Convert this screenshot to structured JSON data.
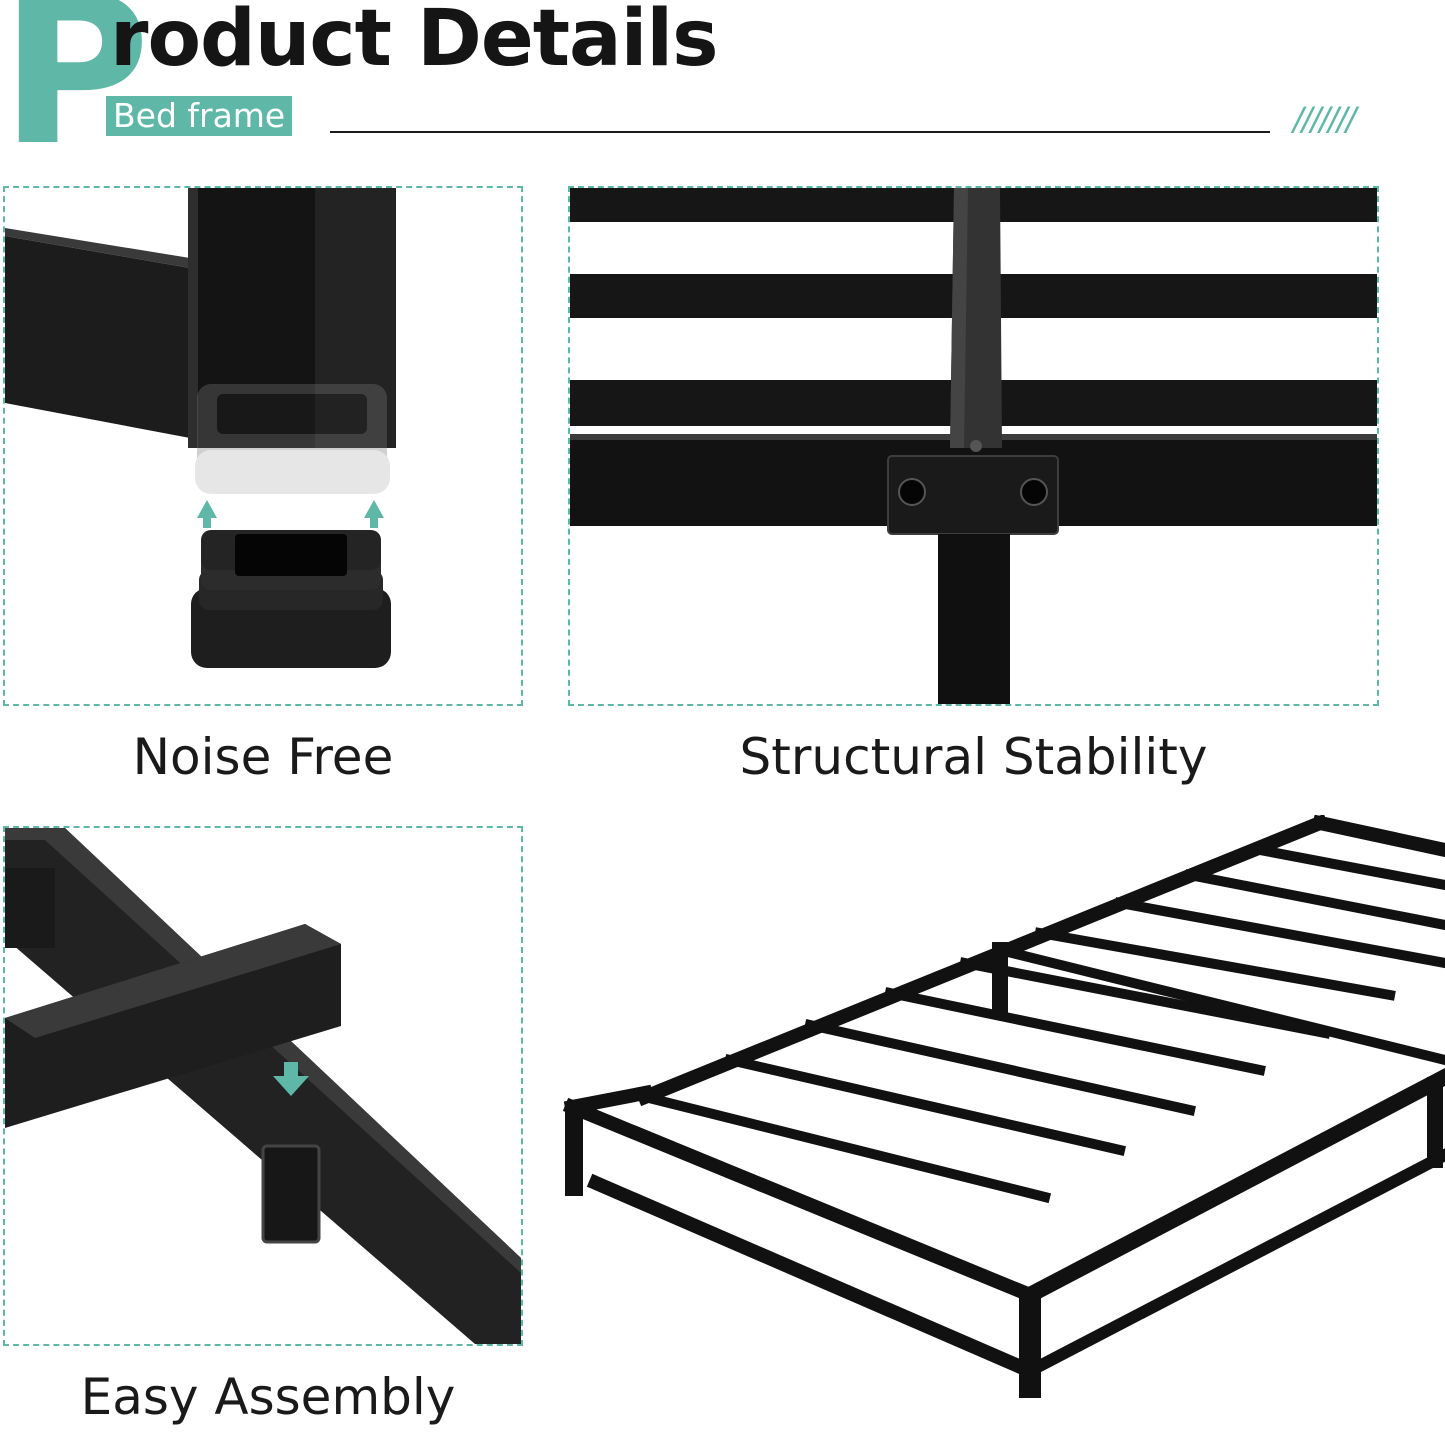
{
  "accent_color": "#5fb8a7",
  "header": {
    "title_initial": "P",
    "title_rest": "roduct Details",
    "subtitle": "Bed frame",
    "decoration": "///////"
  },
  "panels": [
    {
      "caption": "Noise Free"
    },
    {
      "caption": "Structural Stability"
    },
    {
      "caption": "Easy Assembly"
    }
  ],
  "icons": [
    "arrow-up-icon",
    "arrow-down-icon"
  ]
}
